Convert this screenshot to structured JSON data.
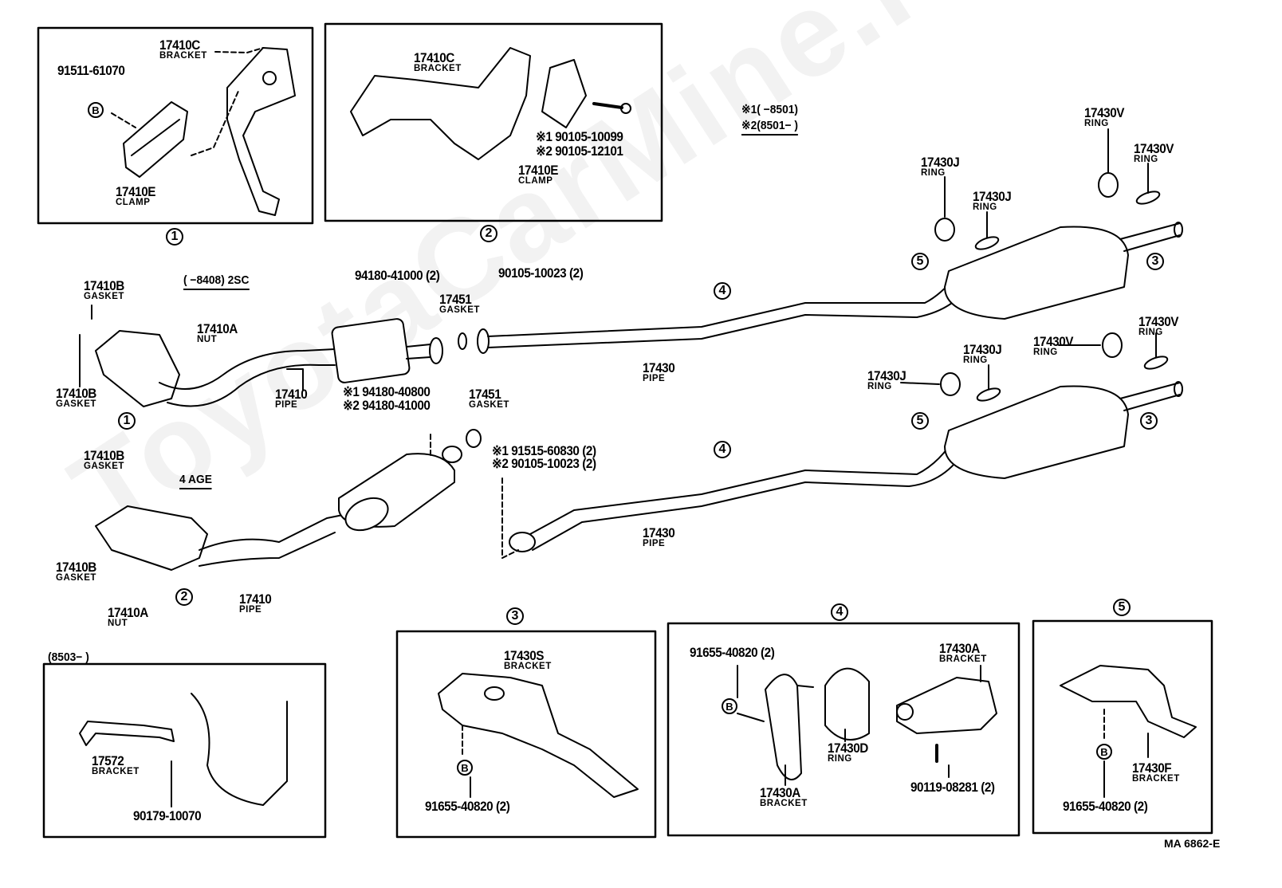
{
  "watermark": "ToyotaCarMine.ru",
  "legend": {
    "line1": "※1(        −8501)",
    "line2": "※2(8501−        )"
  },
  "notes": {
    "engine_2sc": "(        −8408) 2SC",
    "engine_4age": "4 AGE",
    "date_8503": "(8503−        )"
  },
  "ref_circles": [
    "1",
    "2",
    "1",
    "2",
    "4",
    "4",
    "5",
    "3",
    "5",
    "3",
    "3",
    "4",
    "5"
  ],
  "b_marks": [
    "B",
    "B",
    "B",
    "B"
  ],
  "callouts": [
    {
      "part": "91511-61070",
      "name": ""
    },
    {
      "part": "17410C",
      "name": "BRACKET"
    },
    {
      "part": "17410E",
      "name": "CLAMP"
    },
    {
      "part": "17410C",
      "name": "BRACKET"
    },
    {
      "part": "※1 90105-10099",
      "name": ""
    },
    {
      "part": "※2 90105-12101",
      "name": ""
    },
    {
      "part": "17410E",
      "name": "CLAMP"
    },
    {
      "part": "17410B",
      "name": "GASKET"
    },
    {
      "part": "17410A",
      "name": "NUT"
    },
    {
      "part": "17410B",
      "name": "GASKET"
    },
    {
      "part": "17410",
      "name": "PIPE"
    },
    {
      "part": "94180-41000 (2)",
      "name": ""
    },
    {
      "part": "90105-10023 (2)",
      "name": ""
    },
    {
      "part": "17451",
      "name": "GASKET"
    },
    {
      "part": "※1 94180-40800",
      "name": ""
    },
    {
      "part": "※2 94180-41000",
      "name": ""
    },
    {
      "part": "17451",
      "name": "GASKET"
    },
    {
      "part": "※1 91515-60830 (2)",
      "name": ""
    },
    {
      "part": "※2 90105-10023 (2)",
      "name": ""
    },
    {
      "part": "17430",
      "name": "PIPE"
    },
    {
      "part": "17430J",
      "name": "RING"
    },
    {
      "part": "17430J",
      "name": "RING"
    },
    {
      "part": "17430V",
      "name": "RING"
    },
    {
      "part": "17430V",
      "name": "RING"
    },
    {
      "part": "17430J",
      "name": "RING"
    },
    {
      "part": "17430V",
      "name": "RING"
    },
    {
      "part": "17430V",
      "name": "RING"
    },
    {
      "part": "17430J",
      "name": "RING"
    },
    {
      "part": "17430",
      "name": "PIPE"
    },
    {
      "part": "17410B",
      "name": "GASKET"
    },
    {
      "part": "17410B",
      "name": "GASKET"
    },
    {
      "part": "17410",
      "name": "PIPE"
    },
    {
      "part": "17410A",
      "name": "NUT"
    },
    {
      "part": "17572",
      "name": "BRACKET"
    },
    {
      "part": "90179-10070",
      "name": ""
    },
    {
      "part": "17430S",
      "name": "BRACKET"
    },
    {
      "part": "91655-40820 (2)",
      "name": ""
    },
    {
      "part": "91655-40820 (2)",
      "name": ""
    },
    {
      "part": "17430A",
      "name": "BRACKET"
    },
    {
      "part": "17430D",
      "name": "RING"
    },
    {
      "part": "90119-08281 (2)",
      "name": ""
    },
    {
      "part": "17430A",
      "name": "BRACKET"
    },
    {
      "part": "17430F",
      "name": "BRACKET"
    },
    {
      "part": "91655-40820 (2)",
      "name": ""
    }
  ],
  "diagram_code": "MA  6862-E"
}
